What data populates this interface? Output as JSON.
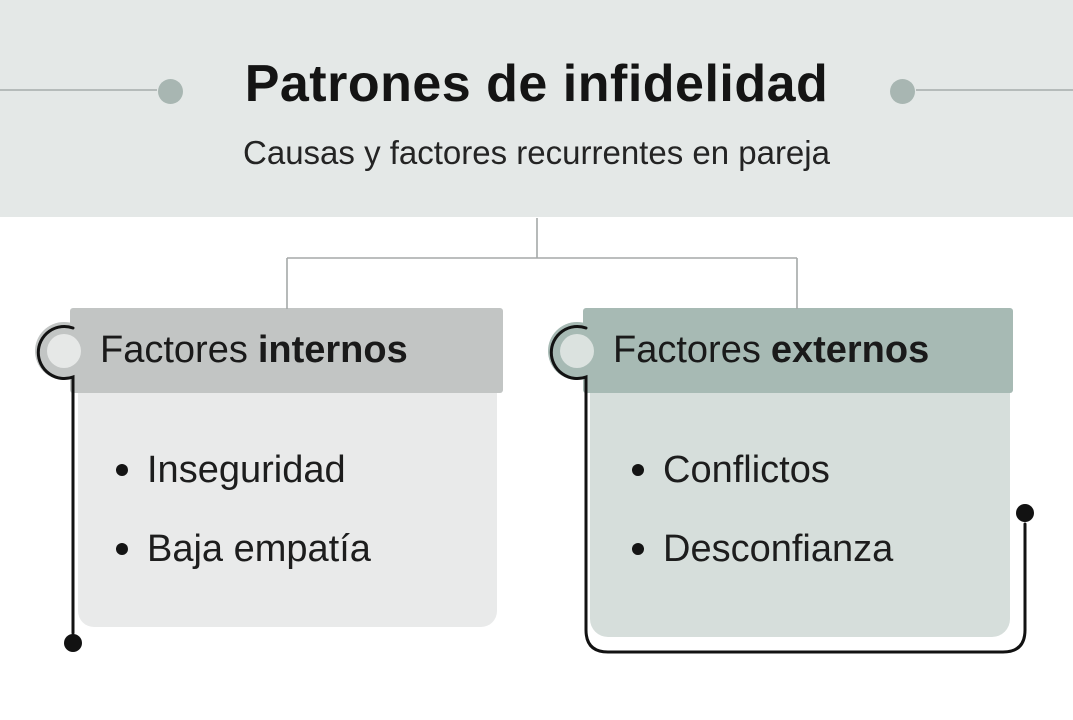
{
  "header": {
    "title": "Patrones de infidelidad",
    "subtitle": "Causas y factores recurrentes en pareja"
  },
  "cards": [
    {
      "title_regular": "Factores",
      "title_bold": "internos",
      "items": [
        "Inseguridad",
        "Baja empatía"
      ]
    },
    {
      "title_regular": "Factores",
      "title_bold": "externos",
      "items": [
        "Conflictos",
        "Desconfianza"
      ]
    }
  ],
  "colors": {
    "header_band_bg": "#e4e8e7",
    "accent_dot": "#a8b6b2",
    "connector_line": "#a5a9a8",
    "card_internal_header": "#c2c5c4",
    "card_internal_body": "#e9eaea",
    "card_external_header": "#a7bab4",
    "card_external_body": "#d6dedb",
    "thread_black": "#121212",
    "text": "#1a1a1a"
  }
}
